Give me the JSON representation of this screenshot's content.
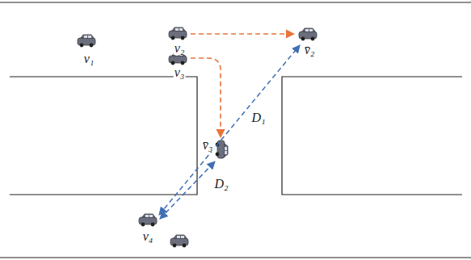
{
  "diagram": {
    "labels": [
      "v₁",
      "v₂",
      "v₃",
      "v̄₂",
      "v̄₃",
      "D₁",
      "D₂",
      "v₄"
    ]
  }
}
